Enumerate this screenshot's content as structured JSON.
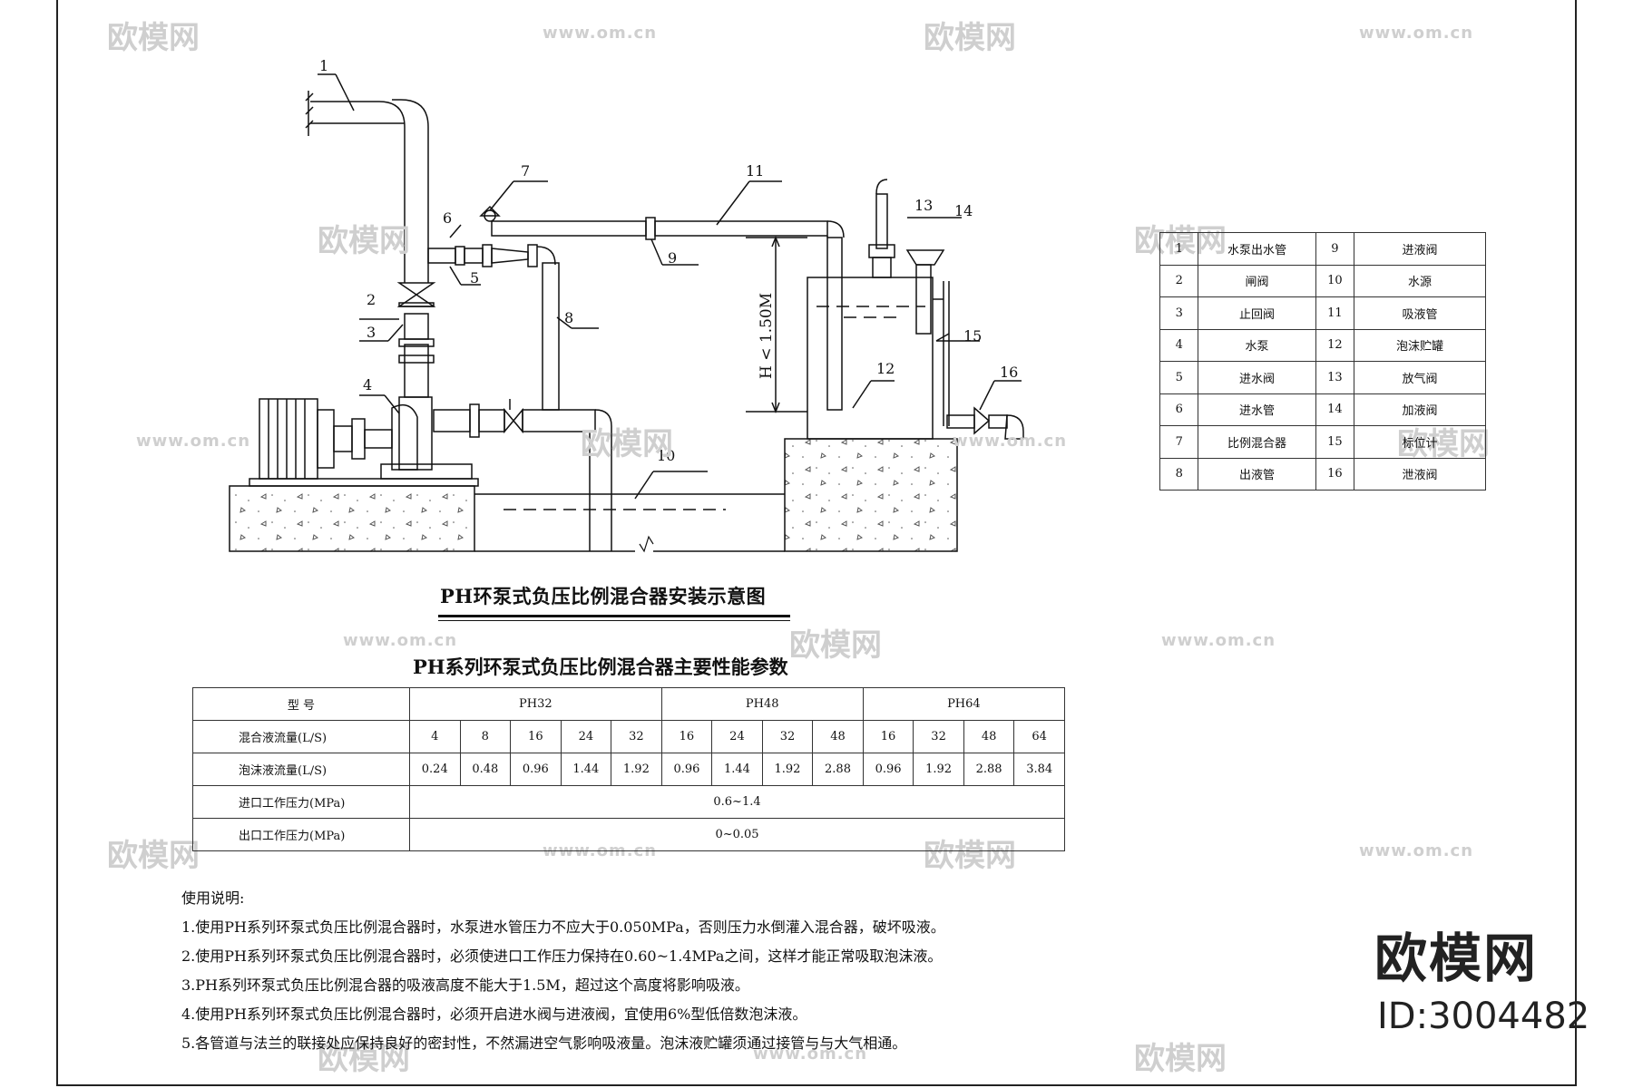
{
  "diagram": {
    "callouts": [
      "1",
      "2",
      "3",
      "4",
      "5",
      "6",
      "7",
      "8",
      "9",
      "10",
      "11",
      "12",
      "13",
      "14",
      "15",
      "16"
    ],
    "height_label": "H < 1.50M"
  },
  "titles": {
    "main": "PH环泵式负压比例混合器安装示意图",
    "table": "PH系列环泵式负压比例混合器主要性能参数"
  },
  "legend": [
    {
      "no": "1",
      "name": "水泵出水管",
      "no2": "9",
      "name2": "进液阀"
    },
    {
      "no": "2",
      "name": "闸阀",
      "no2": "10",
      "name2": "水源"
    },
    {
      "no": "3",
      "name": "止回阀",
      "no2": "11",
      "name2": "吸液管"
    },
    {
      "no": "4",
      "name": "水泵",
      "no2": "12",
      "name2": "泡沫贮罐"
    },
    {
      "no": "5",
      "name": "进水阀",
      "no2": "13",
      "name2": "放气阀"
    },
    {
      "no": "6",
      "name": "进水管",
      "no2": "14",
      "name2": "加液阀"
    },
    {
      "no": "7",
      "name": "比例混合器",
      "no2": "15",
      "name2": "标位计"
    },
    {
      "no": "8",
      "name": "出液管",
      "no2": "16",
      "name2": "泄液阀"
    }
  ],
  "performance": {
    "header": {
      "label": "型        号",
      "groups": [
        "PH32",
        "PH48",
        "PH64"
      ]
    },
    "rows": [
      {
        "label": "混合液流量(L/S)",
        "values": [
          "4",
          "8",
          "16",
          "24",
          "32",
          "16",
          "24",
          "32",
          "48",
          "16",
          "32",
          "48",
          "64"
        ]
      },
      {
        "label": "泡沫液流量(L/S)",
        "values": [
          "0.24",
          "0.48",
          "0.96",
          "1.44",
          "1.92",
          "0.96",
          "1.44",
          "1.92",
          "2.88",
          "0.96",
          "1.92",
          "2.88",
          "3.84"
        ]
      }
    ],
    "inlet": {
      "label": "进口工作压力(MPa)",
      "value": "0.6~1.4"
    },
    "outlet": {
      "label": "出口工作压力(MPa)",
      "value": "0~0.05"
    }
  },
  "notes": {
    "heading": "使用说明:",
    "items": [
      "1.使用PH系列环泵式负压比例混合器时，水泵进水管压力不应大于0.050MPa，否则压力水倒灌入混合器，破坏吸液。",
      "2.使用PH系列环泵式负压比例混合器时，必须使进口工作压力保持在0.60~1.4MPa之间，这样才能正常吸取泡沫液。",
      "3.PH系列环泵式负压比例混合器的吸液高度不能大于1.5M，超过这个高度将影响吸液。",
      "4.使用PH系列环泵式负压比例混合器时，必须开启进水阀与进液阀，宜使用6%型低倍数泡沫液。",
      "5.各管道与法兰的联接处应保持良好的密封性，不然漏进空气影响吸液量。泡沫液贮罐须通过接管与与大气相通。"
    ]
  },
  "brand": {
    "logo": "欧模网",
    "id": "ID:3004482"
  },
  "watermark": {
    "logo": "欧模网",
    "url": "www.om.cn"
  }
}
